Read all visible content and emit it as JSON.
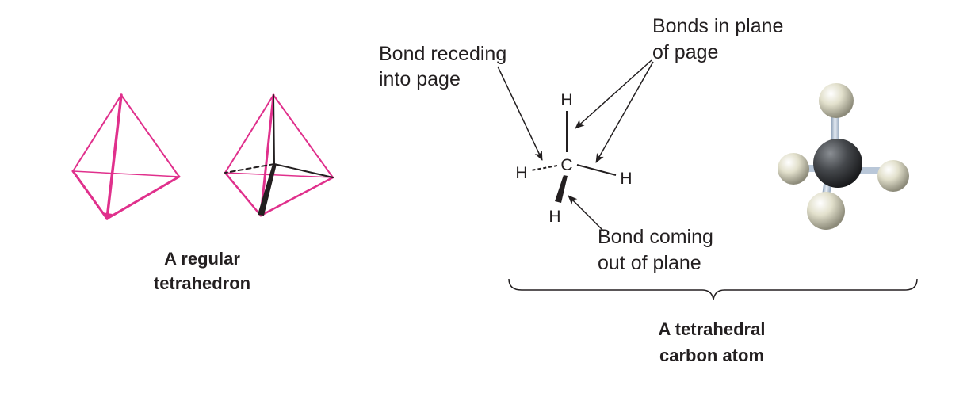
{
  "captions": {
    "regular_tetrahedron": [
      "A regular",
      "tetrahedron"
    ],
    "tetrahedral_carbon": [
      "A tetrahedral",
      "carbon atom"
    ]
  },
  "callouts": {
    "receding": [
      "Bond receding",
      "into page"
    ],
    "in_plane": [
      "Bonds in plane",
      "of page"
    ],
    "out_of_plane": [
      "Bond coming",
      "out of plane"
    ]
  },
  "atoms": {
    "carbon": "C",
    "h_top": "H",
    "h_left": "H",
    "h_right": "H",
    "h_bottom": "H"
  },
  "colors": {
    "tetra_edge": "#e0308c",
    "ink": "#231f20",
    "carbon_ball": "#3f4246",
    "hydrogen_ball": "#d9d7c2",
    "bond_stick": "#b9c7d8"
  }
}
